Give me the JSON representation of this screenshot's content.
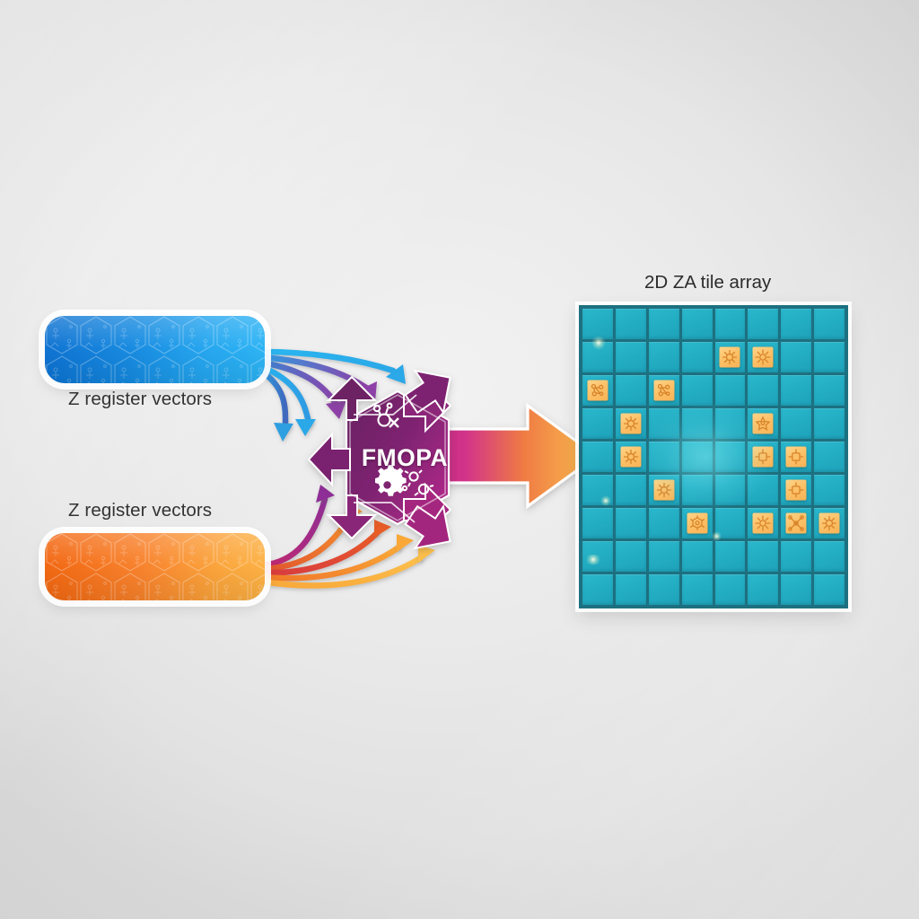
{
  "diagram": {
    "title_visible": false,
    "background_color": "#e6e6e6"
  },
  "inputs": [
    {
      "id": "z-register-vectors-row",
      "label": "Z register vectors",
      "role": "row vector operand",
      "color_start": "#0a6fd0",
      "color_end": "#2ab4f5",
      "texture": "hexagon-tech-mesh",
      "label_position": "below"
    },
    {
      "id": "z-register-vectors-col",
      "label": "Z register vectors",
      "role": "column vector operand",
      "color_start": "#f2630c",
      "color_end": "#fcb142",
      "texture": "hexagon-tech-mesh",
      "label_position": "above"
    }
  ],
  "processor": {
    "label": "FMOPA",
    "shape": "hexagon-with-arrow-points",
    "color_start": "#5e1f59",
    "color_end": "#c3268e",
    "icons": [
      "gear-icon",
      "gears-cluster-icon",
      "molecule-icon"
    ]
  },
  "flows": {
    "blue_arrow_count": 5,
    "orange_arrow_count": 5,
    "blue_arrow_colors": [
      "#2ab4f5",
      "#2e9fe0",
      "#3f7fcf",
      "#6a5bbd",
      "#8e3fa8"
    ],
    "orange_arrow_colors": [
      "#9b2e8e",
      "#cf3a4e",
      "#ef6a2a",
      "#f99a33",
      "#fcb84a"
    ],
    "output_arrow": {
      "label": "",
      "color_start": "#c2227f",
      "color_end": "#f9b24b",
      "direction": "right"
    }
  },
  "output": {
    "title": "2D ZA tile array",
    "grid": {
      "columns": 8,
      "rows": 9,
      "cell_color": "#22acc2",
      "border_color": "#1d7080",
      "accent_tile_color": "#fcc067"
    },
    "active_tiles": [
      {
        "row": 1,
        "col": 4,
        "glyph": "node-cluster"
      },
      {
        "row": 1,
        "col": 5,
        "glyph": "sun-node"
      },
      {
        "row": 2,
        "col": 0,
        "glyph": "multi-node"
      },
      {
        "row": 2,
        "col": 2,
        "glyph": "multi-node"
      },
      {
        "row": 3,
        "col": 1,
        "glyph": "node-cluster"
      },
      {
        "row": 3,
        "col": 5,
        "glyph": "star-node"
      },
      {
        "row": 4,
        "col": 1,
        "glyph": "node-cluster"
      },
      {
        "row": 4,
        "col": 5,
        "glyph": "box-node"
      },
      {
        "row": 4,
        "col": 6,
        "glyph": "box-node"
      },
      {
        "row": 5,
        "col": 2,
        "glyph": "node-cluster"
      },
      {
        "row": 5,
        "col": 6,
        "glyph": "box-node"
      },
      {
        "row": 6,
        "col": 3,
        "glyph": "hex-node"
      },
      {
        "row": 6,
        "col": 5,
        "glyph": "sun-node"
      },
      {
        "row": 6,
        "col": 6,
        "glyph": "cross-node"
      },
      {
        "row": 6,
        "col": 7,
        "glyph": "node-cluster"
      }
    ]
  }
}
